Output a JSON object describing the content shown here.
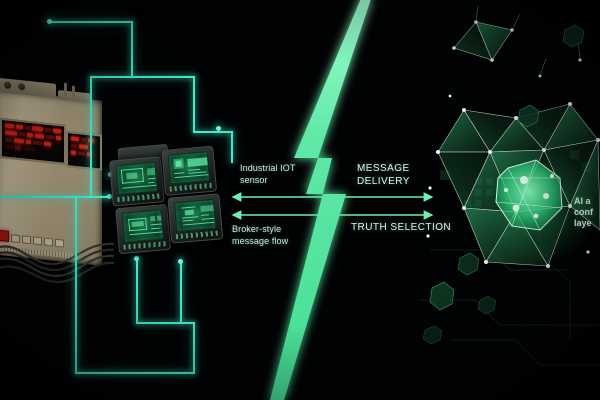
{
  "scene": {
    "title": "Industrial IoT to AI agent message flow diagram",
    "background_color": "#010203",
    "accent_green": "#5EE8A8",
    "trace_cyan": "#49E9C8",
    "led_red": "#D6241C",
    "mesh_green": "#2E8B57"
  },
  "labels": {
    "left_top": {
      "line1": "Industrial IOT",
      "line2": "sensor"
    },
    "left_bottom": {
      "line1": "Broker-style",
      "line2": "message flow"
    },
    "right_top": {
      "line1": "MESSAGE",
      "line2": "DELIVERY"
    },
    "right_bottom": {
      "line1": "TRUTH SELECTION"
    },
    "far_right_clipped": {
      "line1": "AI a",
      "line2": "conf",
      "line3": "laye"
    }
  },
  "arrows": [
    {
      "name": "upper-arrow",
      "direction": "bidirectional",
      "from": "left",
      "to": "right"
    },
    {
      "name": "lower-arrow",
      "direction": "bidirectional",
      "from": "left",
      "to": "right"
    }
  ],
  "left_panel": {
    "name": "industrial-machine",
    "displays": [
      {
        "name": "led-display-main",
        "rows": 3,
        "color": "#D6241C"
      },
      {
        "name": "led-display-secondary",
        "rows": 3,
        "color": "#D6241C"
      }
    ],
    "controls": {
      "red_button": 1,
      "square_buttons": 5
    }
  },
  "monitors": {
    "name": "crt-monitor-cluster",
    "count": 4,
    "layout": "2x2",
    "screen_color": "#5EF0A6"
  },
  "right_panel": {
    "name": "ai-network-mesh",
    "core": "polyhedron-core",
    "floating_cubes": 6,
    "node_count": 22
  },
  "center": {
    "name": "lightning-bolt",
    "color": "#5EE8A8"
  }
}
